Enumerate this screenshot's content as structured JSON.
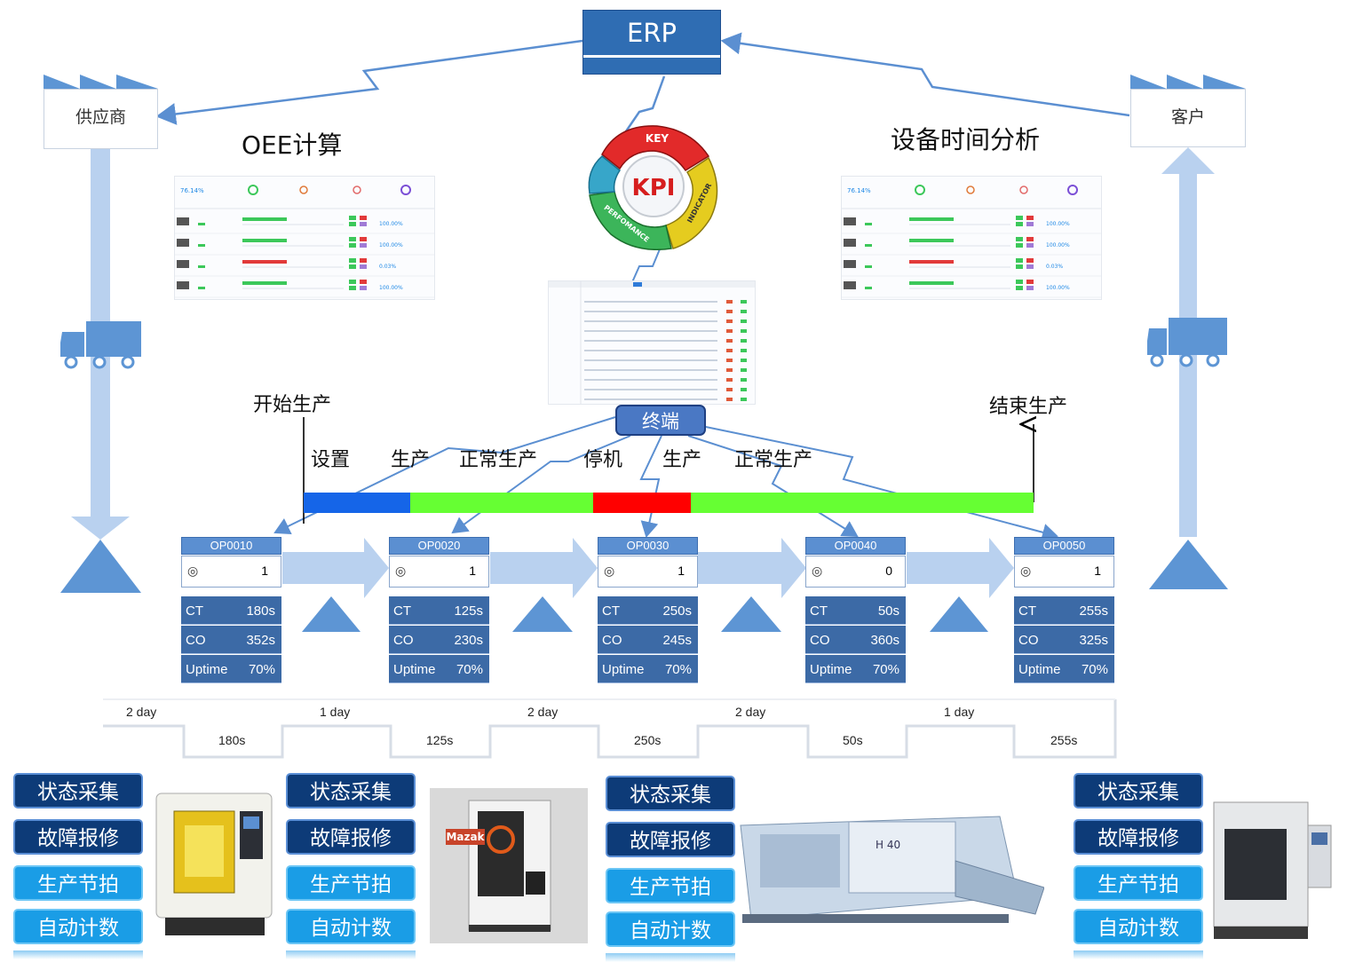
{
  "erp": {
    "label": "ERP"
  },
  "supplier": {
    "label": "供应商"
  },
  "customer": {
    "label": "客户"
  },
  "oee_title": "OEE计算",
  "equip_title": "设备时间分析",
  "kpi": {
    "key": "KEY",
    "kpi": "KPI",
    "performance": "PERFOMANCE",
    "indicator": "INDICATOR"
  },
  "dashboard": {
    "kpi_value": "76.14%",
    "rows": [
      {
        "value": "100.00%",
        "bar_color": "#3cc85a"
      },
      {
        "value": "100.00%",
        "bar_color": "#3cc85a"
      },
      {
        "value": "0.03%",
        "bar_color": "#e23a3a"
      },
      {
        "value": "100.00%",
        "bar_color": "#3cc85a"
      }
    ]
  },
  "terminal": {
    "label": "终端"
  },
  "start_label": "开始生产",
  "end_label": "结束生产",
  "phases": [
    "设置",
    "生产",
    "正常生产",
    "停机",
    "生产",
    "正常生产"
  ],
  "colors": {
    "setup": "#1565e8",
    "running": "#66ff33",
    "down": "#ff0000",
    "accent": "#5b8fd1"
  },
  "operations": [
    {
      "name": "OP0010",
      "count": "1",
      "ct": "180s",
      "co": "352s",
      "uptime": "70%"
    },
    {
      "name": "OP0020",
      "count": "1",
      "ct": "125s",
      "co": "230s",
      "uptime": "70%"
    },
    {
      "name": "OP0030",
      "count": "1",
      "ct": "250s",
      "co": "245s",
      "uptime": "70%"
    },
    {
      "name": "OP0040",
      "count": "0",
      "ct": "50s",
      "co": "360s",
      "uptime": "70%"
    },
    {
      "name": "OP0050",
      "count": "1",
      "ct": "255s",
      "co": "325s",
      "uptime": "70%"
    }
  ],
  "metric_labels": {
    "ct": "CT",
    "co": "CO",
    "uptime": "Uptime"
  },
  "timeline": {
    "waits": [
      "2 day",
      "1 day",
      "2 day",
      "2 day",
      "1 day"
    ],
    "cycles": [
      "180s",
      "125s",
      "250s",
      "50s",
      "255s"
    ]
  },
  "features": [
    "状态采集",
    "故障报修",
    "生产节拍",
    "自动计数"
  ],
  "mazak": "Mazak",
  "lathe_model": "H 40"
}
